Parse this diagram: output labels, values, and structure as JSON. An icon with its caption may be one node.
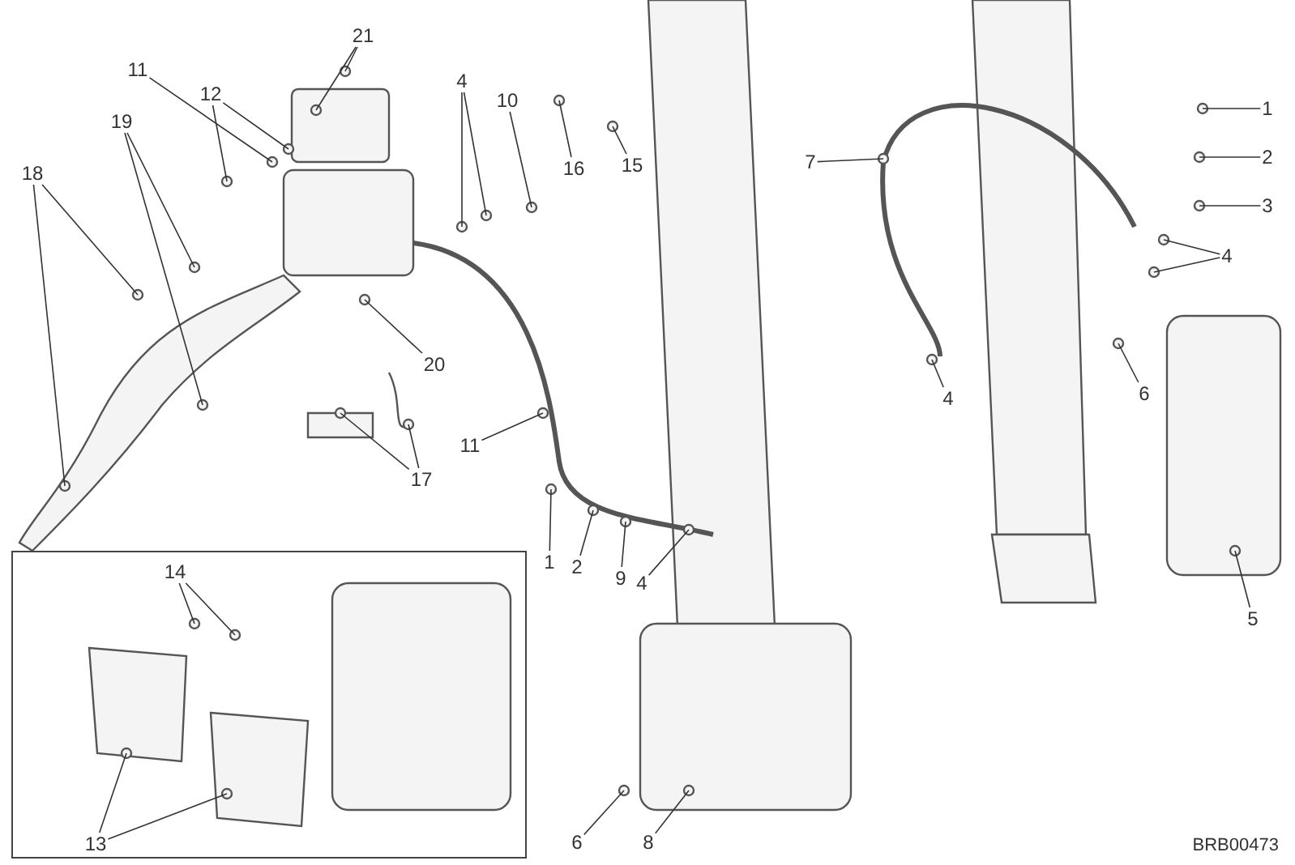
{
  "diagram": {
    "nodes": [
      {
        "text": [
          "21"
        ]
      },
      {
        "text": [
          "11"
        ]
      },
      {
        "text": [
          "12"
        ]
      },
      {
        "text": [
          "19"
        ]
      },
      {
        "text": [
          "18"
        ]
      },
      {
        "text": [
          "4"
        ]
      },
      {
        "text": [
          "10"
        ]
      },
      {
        "text": [
          "16"
        ]
      },
      {
        "text": [
          "15"
        ]
      },
      {
        "text": [
          "20"
        ]
      },
      {
        "text": [
          "17"
        ]
      },
      {
        "text": [
          "11"
        ]
      },
      {
        "text": [
          "7"
        ]
      },
      {
        "text": [
          "1"
        ]
      },
      {
        "text": [
          "2"
        ]
      },
      {
        "text": [
          "3"
        ]
      },
      {
        "text": [
          "4"
        ]
      },
      {
        "text": [
          "4"
        ]
      },
      {
        "text": [
          "6"
        ]
      },
      {
        "text": [
          "5"
        ]
      },
      {
        "text": [
          "1"
        ]
      },
      {
        "text": [
          "2"
        ]
      },
      {
        "text": [
          "9"
        ]
      },
      {
        "text": [
          "4"
        ]
      },
      {
        "text": [],
        "shape": "box"
      },
      {
        "text": [
          "14"
        ],
        "in": 24
      },
      {
        "text": [
          "13"
        ],
        "in": 24
      },
      {
        "text": [
          "6"
        ]
      },
      {
        "text": [
          "8"
        ]
      }
    ],
    "edges": [
      {
        "from": 0,
        "to": null,
        "arrow": "none"
      },
      {
        "from": 0,
        "to": null,
        "arrow": "none"
      },
      {
        "from": 1,
        "to": null,
        "arrow": "none"
      },
      {
        "from": 2,
        "to": null,
        "arrow": "none"
      },
      {
        "from": 2,
        "to": null,
        "arrow": "none"
      },
      {
        "from": 3,
        "to": null,
        "arrow": "none"
      },
      {
        "from": 3,
        "to": null,
        "arrow": "none"
      },
      {
        "from": 4,
        "to": null,
        "arrow": "none"
      },
      {
        "from": 4,
        "to": null,
        "arrow": "none"
      },
      {
        "from": 5,
        "to": null,
        "arrow": "none"
      },
      {
        "from": 5,
        "to": null,
        "arrow": "none"
      },
      {
        "from": 6,
        "to": null,
        "arrow": "none"
      },
      {
        "from": 7,
        "to": null,
        "arrow": "none"
      },
      {
        "from": 8,
        "to": null,
        "arrow": "none"
      },
      {
        "from": 9,
        "to": null,
        "arrow": "none"
      },
      {
        "from": 10,
        "to": null,
        "arrow": "none"
      },
      {
        "from": 10,
        "to": null,
        "arrow": "none"
      },
      {
        "from": 11,
        "to": null,
        "arrow": "none"
      },
      {
        "from": 12,
        "to": null,
        "arrow": "none"
      },
      {
        "from": 13,
        "to": null,
        "arrow": "none"
      },
      {
        "from": 14,
        "to": null,
        "arrow": "none"
      },
      {
        "from": 15,
        "to": null,
        "arrow": "none"
      },
      {
        "from": 16,
        "to": null,
        "arrow": "none"
      },
      {
        "from": 16,
        "to": null,
        "arrow": "none"
      },
      {
        "from": 17,
        "to": null,
        "arrow": "none"
      },
      {
        "from": 18,
        "to": null,
        "arrow": "none"
      },
      {
        "from": 19,
        "to": null,
        "arrow": "none"
      },
      {
        "from": 20,
        "to": null,
        "arrow": "none"
      },
      {
        "from": 21,
        "to": null,
        "arrow": "none"
      },
      {
        "from": 22,
        "to": null,
        "arrow": "none"
      },
      {
        "from": 23,
        "to": null,
        "arrow": "none"
      },
      {
        "from": 25,
        "to": null,
        "arrow": "none"
      },
      {
        "from": 25,
        "to": null,
        "arrow": "none"
      },
      {
        "from": 26,
        "to": null,
        "arrow": "none"
      },
      {
        "from": 26,
        "to": null,
        "arrow": "none"
      },
      {
        "from": 27,
        "to": null,
        "arrow": "none"
      },
      {
        "from": 28,
        "to": null,
        "arrow": "none"
      }
    ],
    "labels": [
      "BRB00473"
    ]
  }
}
